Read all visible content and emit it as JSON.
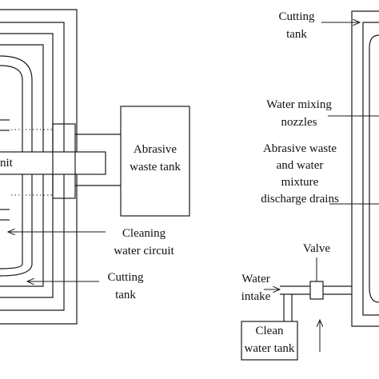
{
  "colors": {
    "line": "#1a1a1a",
    "background": "#ffffff",
    "dotted": "#555555"
  },
  "left": {
    "unit_label_fragment": "nit",
    "abrasive_waste_tank": [
      "Abrasive",
      "waste tank"
    ],
    "cleaning_water_circuit": [
      "Cleaning",
      "water circuit"
    ],
    "cutting_tank": [
      "Cutting",
      "tank"
    ]
  },
  "right": {
    "cutting_tank": [
      "Cutting",
      "tank"
    ],
    "water_mixing_nozzles": [
      "Water mixing",
      "nozzles"
    ],
    "discharge_drains": [
      "Abrasive waste",
      "and water",
      "mixture",
      "discharge drains"
    ],
    "valve": "Valve",
    "water_intake": [
      "Water",
      "intake"
    ],
    "clean_water_tank": [
      "Clean",
      "water tank"
    ]
  }
}
